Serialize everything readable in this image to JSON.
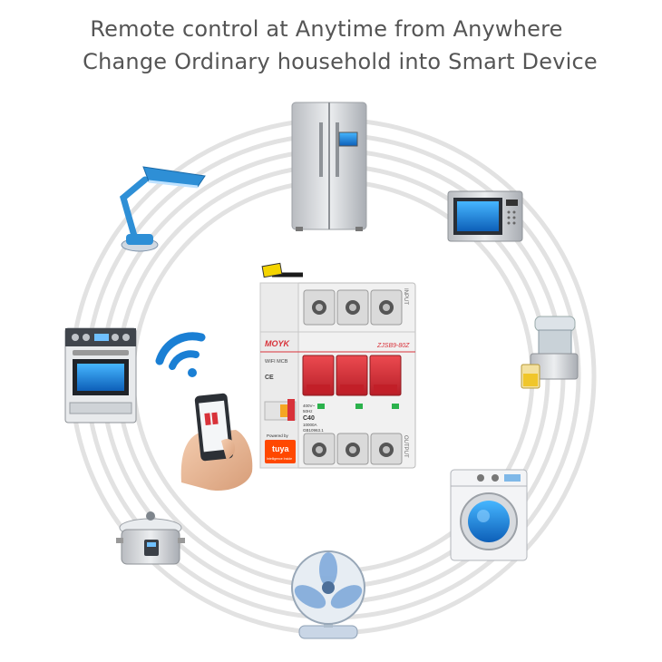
{
  "headline": {
    "line1": "Remote control at Anytime from Anywhere",
    "line2": "Change Ordinary household into Smart Device"
  },
  "breaker": {
    "brand": "MOYK",
    "model": "ZJSB9-80Z",
    "input_label": "INPUT",
    "output_label": "OUTPUT",
    "type_label": "WIFI MCB",
    "ce_mark": "CE",
    "rating_voltage": "400V~",
    "rating_freq": "50Hz",
    "rating_current": "C40",
    "rating_breaking": "10000A",
    "standard": "GB10963.1",
    "powered_by": "Powered by",
    "tuya_logo": "tuya",
    "tuya_tag": "Intelligence Inside"
  },
  "colors": {
    "headline": "#555555",
    "rings": "#e4e4e4",
    "breaker_red": "#d8323a",
    "wifi_blue": "#1a7fd4",
    "tuya_orange": "#ff4800"
  },
  "icons": [
    "wifi-icon",
    "fridge-icon",
    "microwave-icon",
    "juicer-icon",
    "washing-machine-icon",
    "fan-icon",
    "rice-cooker-icon",
    "oven-icon",
    "desk-lamp-icon",
    "phone-in-hand-icon"
  ]
}
